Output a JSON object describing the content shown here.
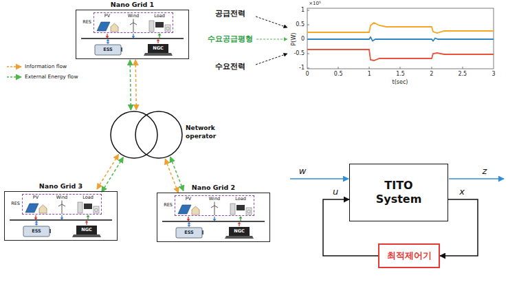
{
  "diagram": {
    "nodes": [
      {
        "text": [
          "Nano Grid 1"
        ]
      },
      {
        "text": [
          "RES"
        ],
        "in": 0
      },
      {
        "text": [
          "PV"
        ],
        "in": 1
      },
      {
        "text": [
          "Wind"
        ],
        "in": 1
      },
      {
        "text": [
          "Load"
        ],
        "in": 1
      },
      {
        "text": [
          "ESS"
        ],
        "in": 0
      },
      {
        "text": [
          "NGC"
        ],
        "in": 0
      },
      {
        "text": [
          "Network operator"
        ]
      },
      {
        "text": [
          "Nano Grid 3"
        ]
      },
      {
        "text": [
          "RES"
        ],
        "in": 8
      },
      {
        "text": [
          "PV"
        ],
        "in": 9
      },
      {
        "text": [
          "Wind"
        ],
        "in": 9
      },
      {
        "text": [
          "Load"
        ],
        "in": 9
      },
      {
        "text": [
          "ESS"
        ],
        "in": 8
      },
      {
        "text": [
          "NGC"
        ],
        "in": 8
      },
      {
        "text": [
          "Nano Grid 2"
        ]
      },
      {
        "text": [
          "RES"
        ],
        "in": 15
      },
      {
        "text": [
          "PV"
        ],
        "in": 16
      },
      {
        "text": [
          "Wind"
        ],
        "in": 16
      },
      {
        "text": [
          "Load"
        ],
        "in": 16
      },
      {
        "text": [
          "ESS"
        ],
        "in": 15
      },
      {
        "text": [
          "NGC"
        ],
        "in": 15
      },
      {
        "text": [
          "TITO System"
        ]
      },
      {
        "text": [
          "최적제어기"
        ]
      }
    ],
    "edges": [
      {
        "from": 0,
        "to": 7,
        "arrow": "both"
      },
      {
        "from": 0,
        "to": 7,
        "arrow": "both"
      },
      {
        "from": 8,
        "to": 7,
        "arrow": "both"
      },
      {
        "from": 8,
        "to": 7,
        "arrow": "both"
      },
      {
        "from": 15,
        "to": 7,
        "arrow": "both"
      },
      {
        "from": 15,
        "to": 7,
        "arrow": "both"
      },
      {
        "from": 22,
        "to": 23,
        "label": "x",
        "arrow": "to"
      },
      {
        "from": 23,
        "to": 22,
        "label": "u",
        "arrow": "to"
      }
    ],
    "labels": [
      "×10⁵",
      "1",
      "0.5",
      "0",
      "-0.5",
      "-1",
      "0",
      "0.5",
      "1",
      "1.5",
      "2",
      "2.5",
      "3",
      "P(W)",
      "t(sec)",
      "공급전력",
      "수요공급평형",
      "수요전력",
      "w",
      "z"
    ],
    "legend": [
      {
        "text": "Information flow"
      },
      {
        "text": "External Energy flow"
      }
    ]
  }
}
